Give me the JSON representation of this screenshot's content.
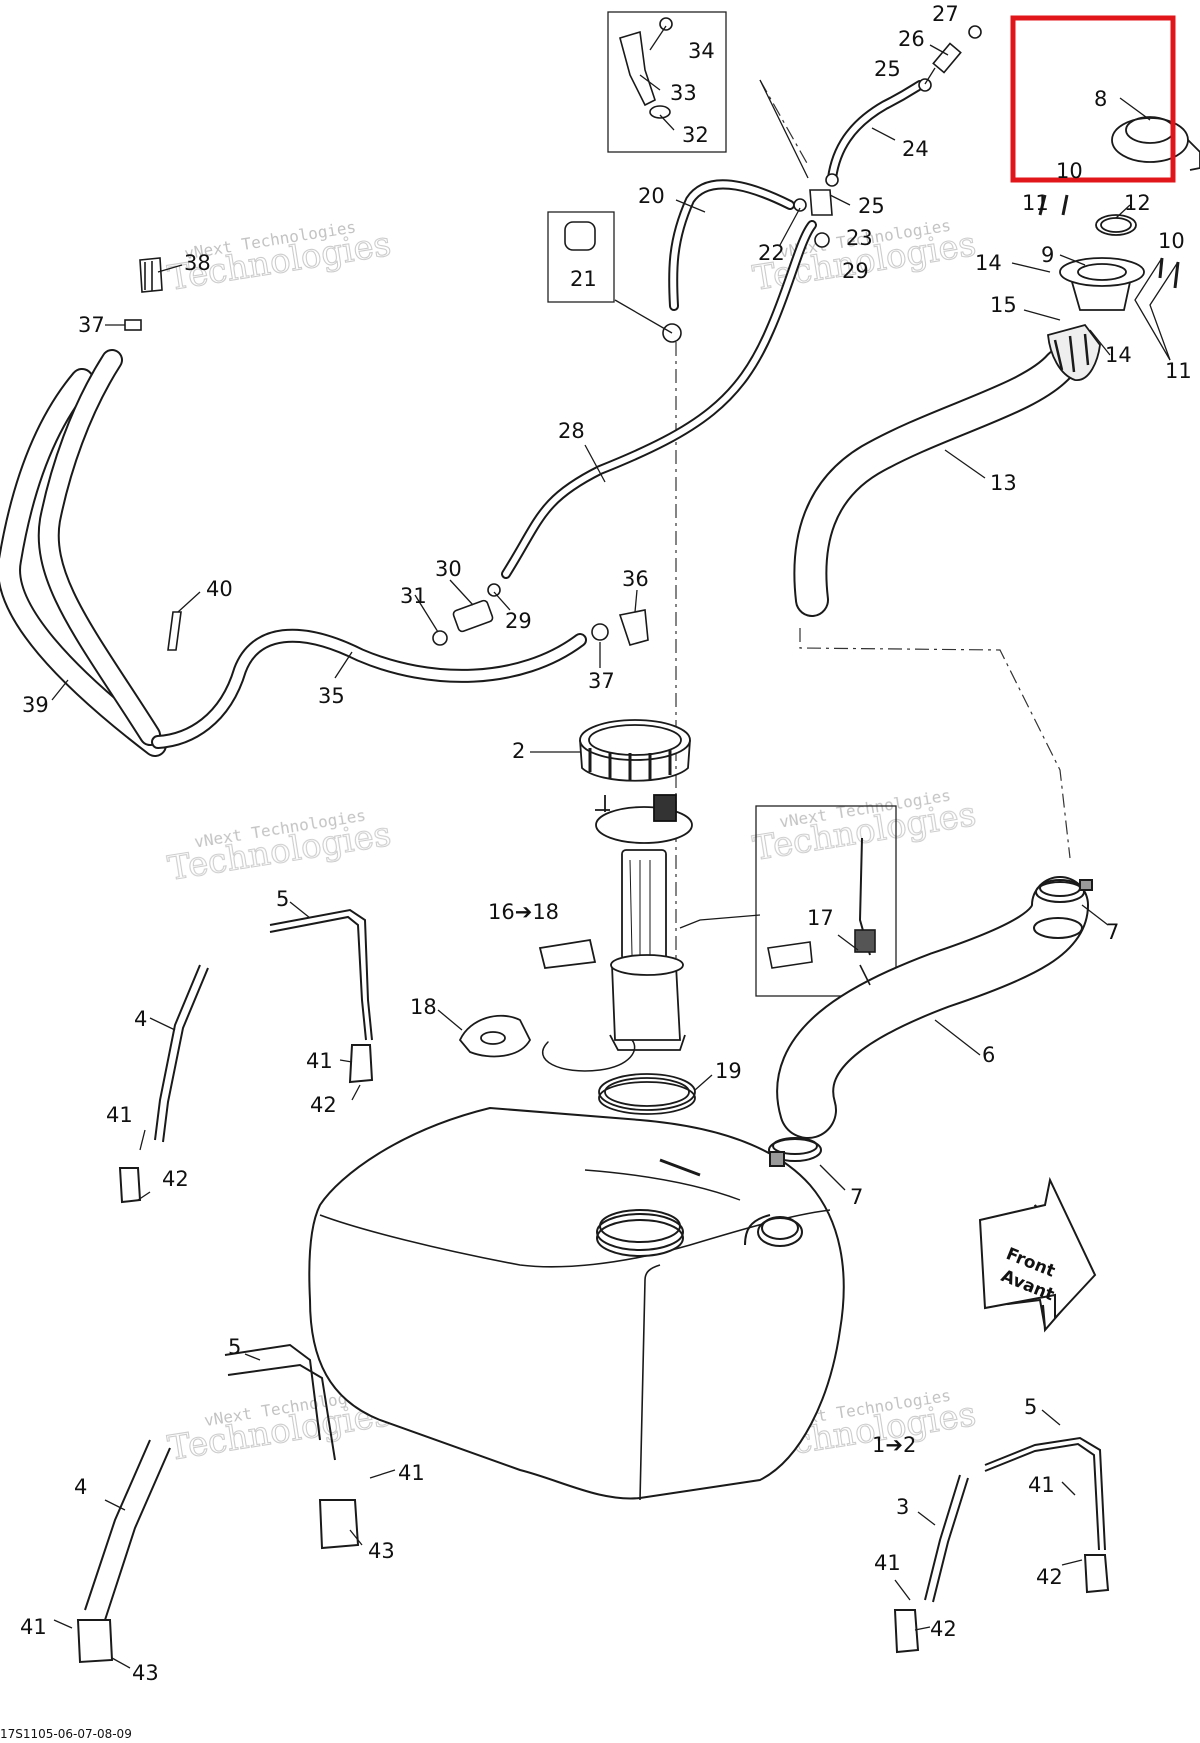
{
  "reference_code": "17S1105-06-07-08-09",
  "watermark": {
    "line1": "vNext Technologies",
    "line2": "Technologies"
  },
  "direction_arrow": {
    "line1": "Front",
    "line2": "Avant"
  },
  "highlight": {
    "color": "#e0161b",
    "part_ref": "8"
  },
  "callouts": [
    {
      "text": "27"
    },
    {
      "text": "26"
    },
    {
      "text": "25"
    },
    {
      "text": "24"
    },
    {
      "text": "25"
    },
    {
      "text": "34"
    },
    {
      "text": "33"
    },
    {
      "text": "32"
    },
    {
      "text": "8"
    },
    {
      "text": "10"
    },
    {
      "text": "11"
    },
    {
      "text": "12"
    },
    {
      "text": "10"
    },
    {
      "text": "9"
    },
    {
      "text": "14"
    },
    {
      "text": "15"
    },
    {
      "text": "14"
    },
    {
      "text": "11"
    },
    {
      "text": "20"
    },
    {
      "text": "22"
    },
    {
      "text": "23"
    },
    {
      "text": "29"
    },
    {
      "text": "21"
    },
    {
      "text": "38"
    },
    {
      "text": "37"
    },
    {
      "text": "28"
    },
    {
      "text": "13"
    },
    {
      "text": "30"
    },
    {
      "text": "31"
    },
    {
      "text": "29"
    },
    {
      "text": "36"
    },
    {
      "text": "40"
    },
    {
      "text": "37"
    },
    {
      "text": "35"
    },
    {
      "text": "39"
    },
    {
      "text": "2"
    },
    {
      "text": "5"
    },
    {
      "text": "16➔18"
    },
    {
      "text": "17"
    },
    {
      "text": "7"
    },
    {
      "text": "4"
    },
    {
      "text": "18"
    },
    {
      "text": "41"
    },
    {
      "text": "42"
    },
    {
      "text": "6"
    },
    {
      "text": "19"
    },
    {
      "text": "41"
    },
    {
      "text": "42"
    },
    {
      "text": "7"
    },
    {
      "text": "5"
    },
    {
      "text": "41"
    },
    {
      "text": "4"
    },
    {
      "text": "43"
    },
    {
      "text": "1➔2"
    },
    {
      "text": "5"
    },
    {
      "text": "41"
    },
    {
      "text": "3"
    },
    {
      "text": "42"
    },
    {
      "text": "41"
    },
    {
      "text": "42"
    },
    {
      "text": "41"
    },
    {
      "text": "43"
    }
  ]
}
